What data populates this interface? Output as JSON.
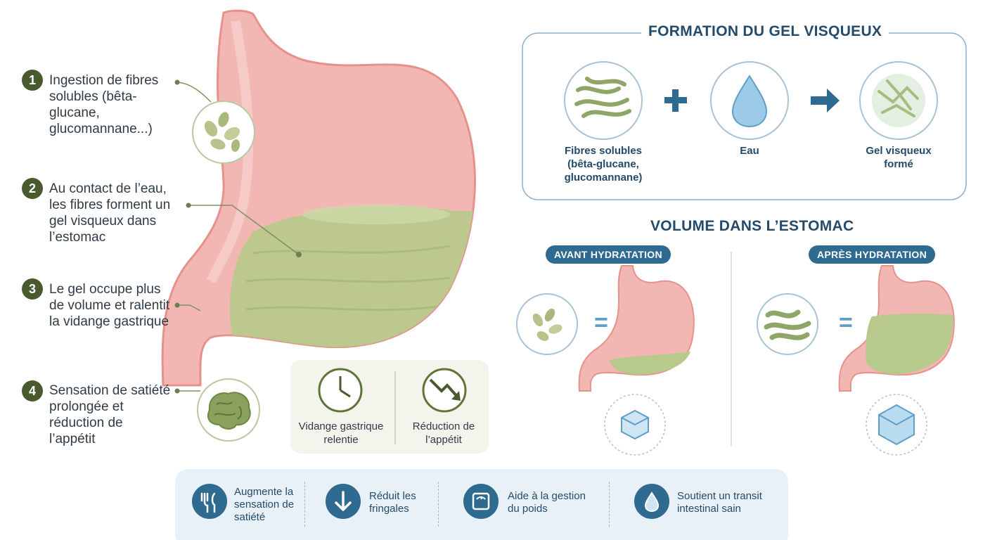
{
  "steps": [
    {
      "num": "1",
      "text": "Ingestion de fibres solubles (bêta-glucane, glucomannane...)"
    },
    {
      "num": "2",
      "text": "Au contact de l’eau, les fibres forment un gel visqueux dans l’estomac"
    },
    {
      "num": "3",
      "text": "Le gel occupe plus de volume et ralentit la vidange gastrique"
    },
    {
      "num": "4",
      "text": "Sensation de satiété prolongée et réduction de l’appétit"
    }
  ],
  "effects": {
    "left_label": "Vidange gastrique relentie",
    "right_label": "Réduction de l’appétit"
  },
  "formation": {
    "title": "FORMATION DU GEL VISQUEUX",
    "items": [
      {
        "label": "Fibres solubles (bêta-glucane, glucomannane)"
      },
      {
        "label": "Eau"
      },
      {
        "label": "Gel visqueux formé"
      }
    ]
  },
  "volume": {
    "title": "VOLUME DANS L’ESTOMAC",
    "before": "AVANT HYDRATATION",
    "after": "APRÈS HYDRATATION"
  },
  "benefits": [
    {
      "icon": "fork-knife-icon",
      "text": "Augmente la sensation de satiété"
    },
    {
      "icon": "down-arrow-icon",
      "text": "Réduit les fringales"
    },
    {
      "icon": "scale-icon",
      "text": "Aide à la gestion du poids"
    },
    {
      "icon": "drop-icon",
      "text": "Soutient un transit intestinal sain"
    }
  ],
  "colors": {
    "stomach": "#f2b6b3",
    "gel": "#b8c98c",
    "accent_blue": "#2f6a90",
    "step_green": "#4a5a2f"
  }
}
